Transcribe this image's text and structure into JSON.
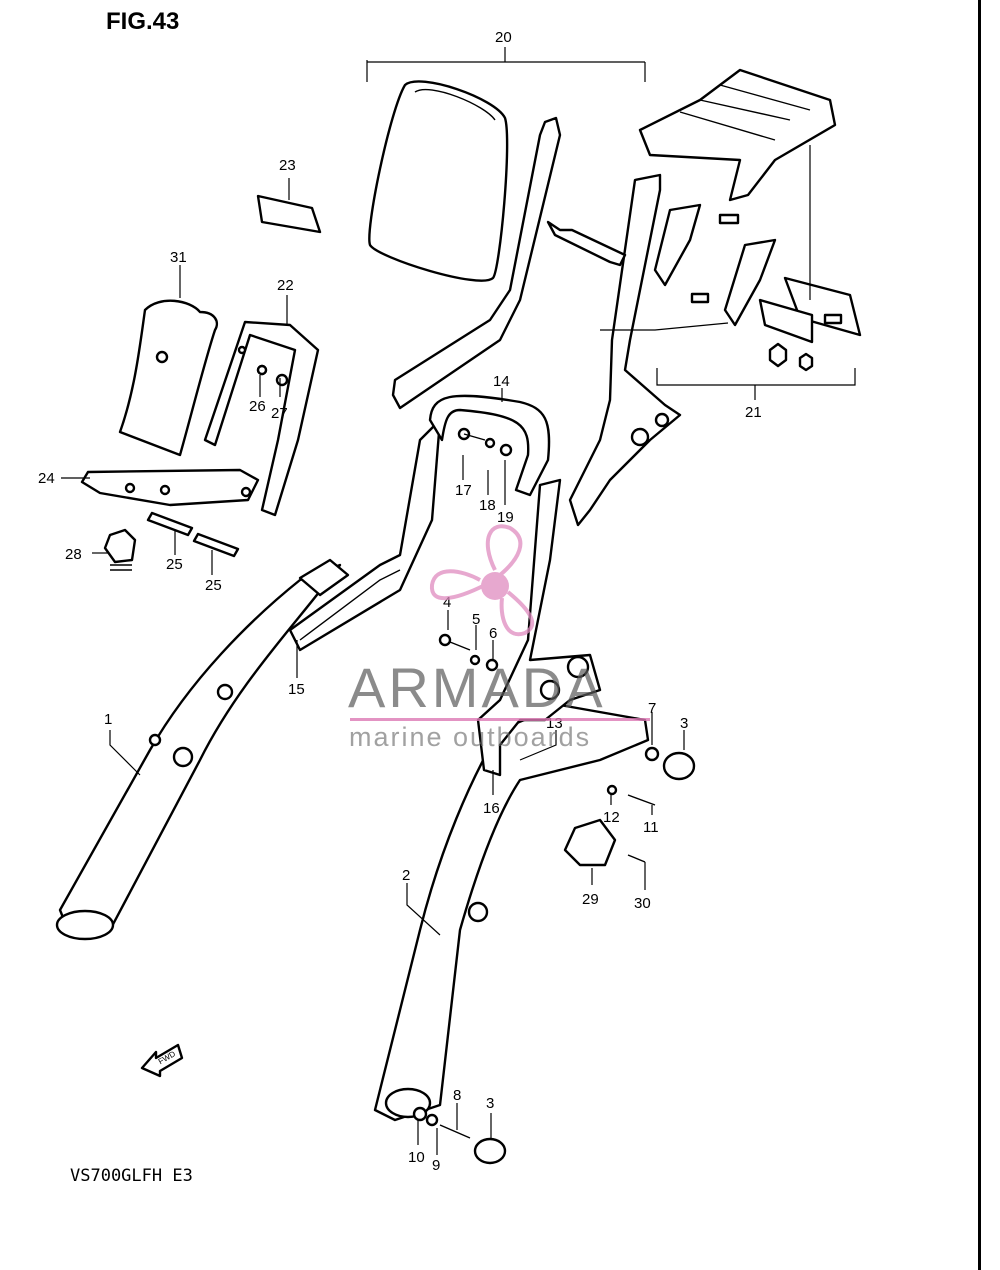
{
  "figure": {
    "title": "FIG.43",
    "model": "VS700GLFH E3"
  },
  "callouts": [
    "1",
    "2",
    "3",
    "3",
    "4",
    "5",
    "6",
    "7",
    "8",
    "9",
    "10",
    "11",
    "12",
    "13",
    "14",
    "15",
    "16",
    "17",
    "18",
    "19",
    "20",
    "21",
    "22",
    "23",
    "24",
    "25",
    "25",
    "26",
    "27",
    "28",
    "29",
    "30",
    "31"
  ],
  "fwd_label": "FWD",
  "watermark": {
    "brand": "ARMADA",
    "tagline": "marine outboards",
    "color": "#e08cc0"
  },
  "icons": {
    "watermark_logo": "propeller-icon",
    "direction": "fwd-arrow-icon"
  }
}
